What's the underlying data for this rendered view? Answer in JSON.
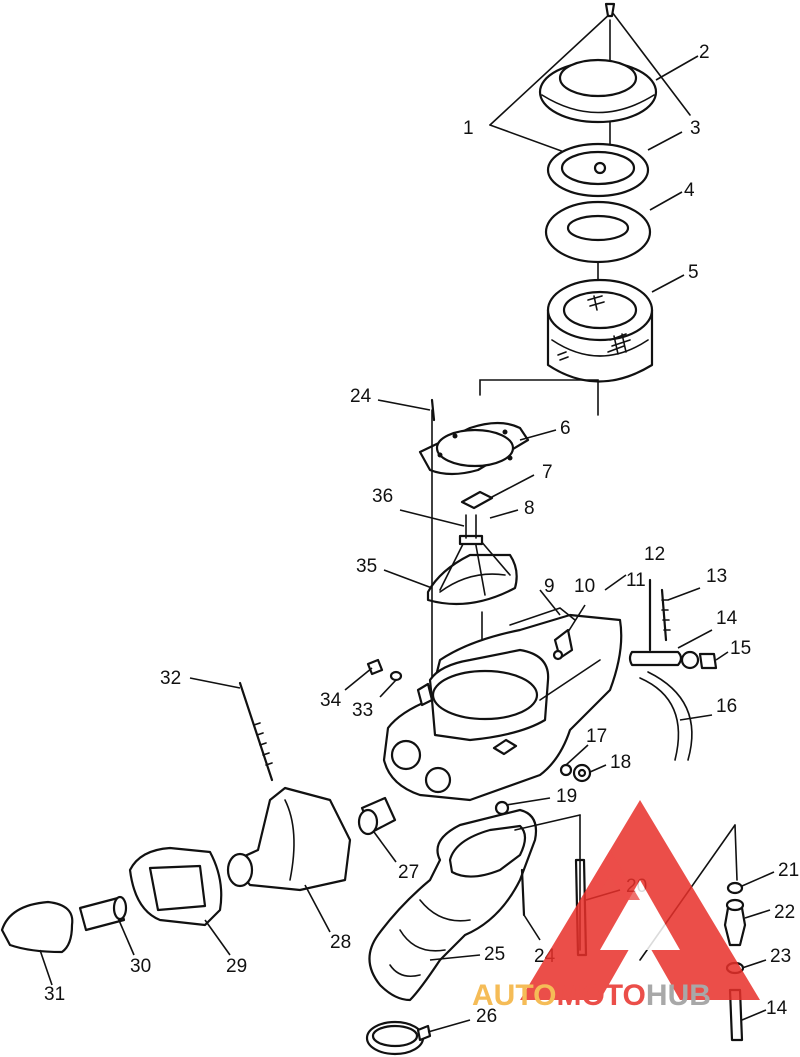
{
  "callouts": [
    "1",
    "2",
    "3",
    "4",
    "5",
    "6",
    "7",
    "8",
    "9",
    "10",
    "11",
    "12",
    "13",
    "14",
    "15",
    "16",
    "17",
    "18",
    "19",
    "20",
    "21",
    "22",
    "23",
    "24",
    "25",
    "26",
    "27",
    "28",
    "29",
    "30",
    "31",
    "32",
    "33",
    "34",
    "35",
    "36",
    "24",
    "14"
  ],
  "watermark": {
    "part1": "AUTO",
    "part2": "MOTO",
    "part3": "HUB",
    "color_red": "#e8302a",
    "color_orange": "#f4b13a",
    "color_gray": "#9a9a9a"
  }
}
